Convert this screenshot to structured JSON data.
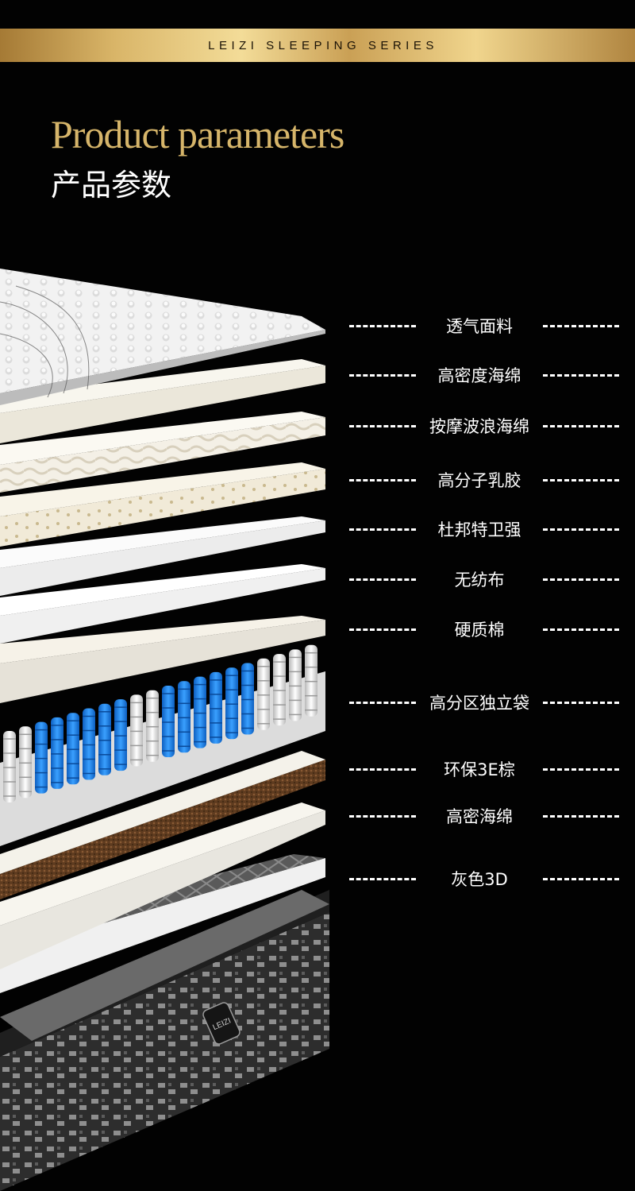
{
  "banner": {
    "series_text": "LEIZI SLEEPING SERIES"
  },
  "header": {
    "title_en": "Product parameters",
    "title_cn": "产品参数"
  },
  "product": {
    "brand_badge": "LEIZI"
  },
  "layers": [
    {
      "label": "透气面料"
    },
    {
      "label": "高密度海绵"
    },
    {
      "label": "按摩波浪海绵"
    },
    {
      "label": "高分子乳胶"
    },
    {
      "label": "杜邦特卫强"
    },
    {
      "label": "无纺布"
    },
    {
      "label": "硬质棉"
    },
    {
      "label": "高分区独立袋"
    },
    {
      "label": "环保3E棕"
    },
    {
      "label": "高密海绵"
    },
    {
      "label": "灰色3D"
    }
  ],
  "colors": {
    "background": "#020202",
    "gold": "#d6b56a",
    "spring_blue": "#1e88e5",
    "coir_brown": "#6b4526",
    "base_gray": "#3a3a3a"
  }
}
